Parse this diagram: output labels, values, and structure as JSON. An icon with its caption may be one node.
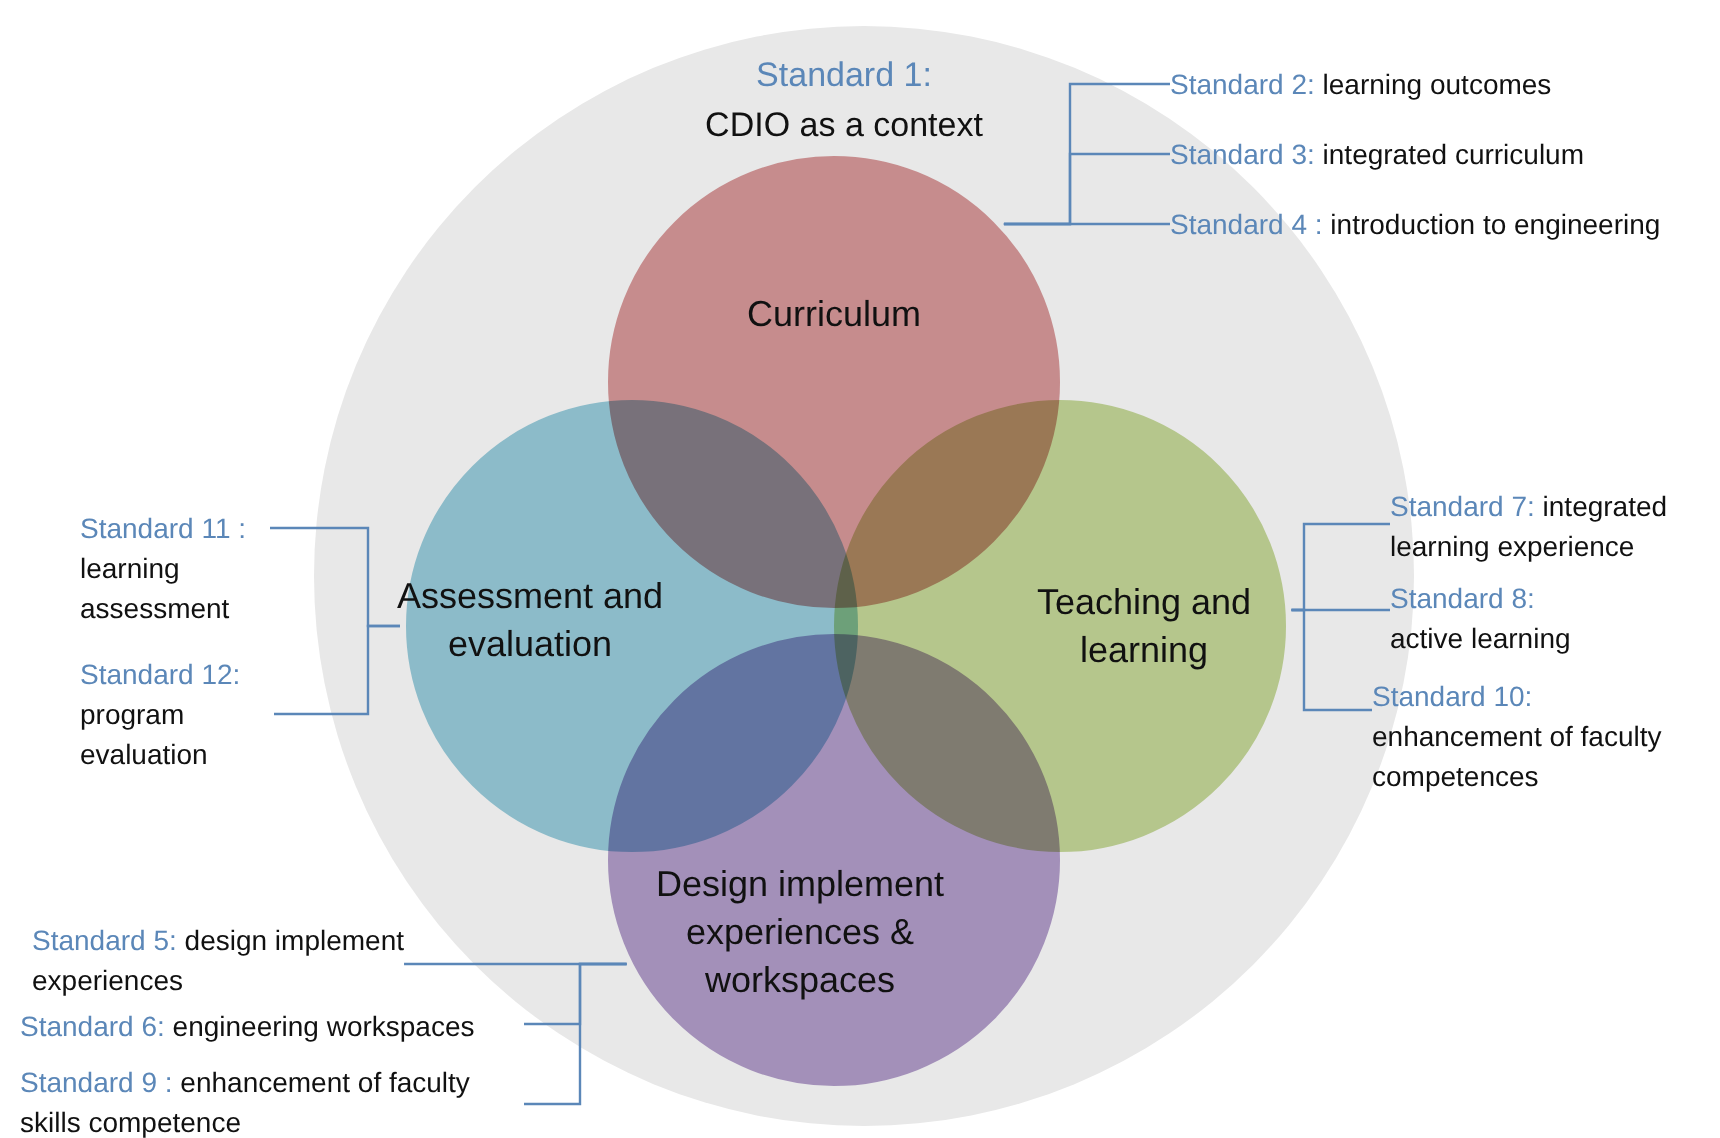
{
  "diagram": {
    "nodes": [
      {
        "text": [
          "Standard 1:",
          "CDIO as a context"
        ]
      },
      {
        "text": [
          "Curriculum"
        ],
        "in": 0
      },
      {
        "text": [
          "Assessment and evaluation"
        ],
        "in": 0
      },
      {
        "text": [
          "Teaching and learning"
        ],
        "in": 0
      },
      {
        "text": [
          "Design implement experiences & workspaces"
        ],
        "in": 0
      },
      {
        "text": [
          "Standard 2:",
          "learning outcomes"
        ]
      },
      {
        "text": [
          "Standard 3:",
          "integrated curriculum"
        ]
      },
      {
        "text": [
          "Standard 4 :",
          "introduction to engineering"
        ]
      },
      {
        "text": [
          "Standard 11 :",
          "learning assessment"
        ]
      },
      {
        "text": [
          "Standard 12:",
          "program evaluation"
        ]
      },
      {
        "text": [
          "Standard 7:",
          "integrated learning experience"
        ]
      },
      {
        "text": [
          "Standard 8:",
          "active learning"
        ]
      },
      {
        "text": [
          "Standard 10:",
          "enhancement of faculty competences"
        ]
      },
      {
        "text": [
          "Standard 5:",
          "design implement experiences"
        ]
      },
      {
        "text": [
          "Standard 6:",
          "engineering workspaces"
        ]
      },
      {
        "text": [
          "Standard 9 :",
          "enhancement of faculty skills competence"
        ]
      }
    ],
    "edges": [
      {
        "from": 5,
        "to": 1,
        "arrow": "none"
      },
      {
        "from": 6,
        "to": 1,
        "arrow": "none"
      },
      {
        "from": 7,
        "to": 1,
        "arrow": "none"
      },
      {
        "from": 8,
        "to": 2,
        "arrow": "none"
      },
      {
        "from": 9,
        "to": 2,
        "arrow": "none"
      },
      {
        "from": 10,
        "to": 3,
        "arrow": "none"
      },
      {
        "from": 11,
        "to": 3,
        "arrow": "none"
      },
      {
        "from": 12,
        "to": 3,
        "arrow": "none"
      },
      {
        "from": 13,
        "to": 4,
        "arrow": "none"
      },
      {
        "from": 14,
        "to": 4,
        "arrow": "none"
      },
      {
        "from": 15,
        "to": 4,
        "arrow": "none"
      }
    ]
  }
}
